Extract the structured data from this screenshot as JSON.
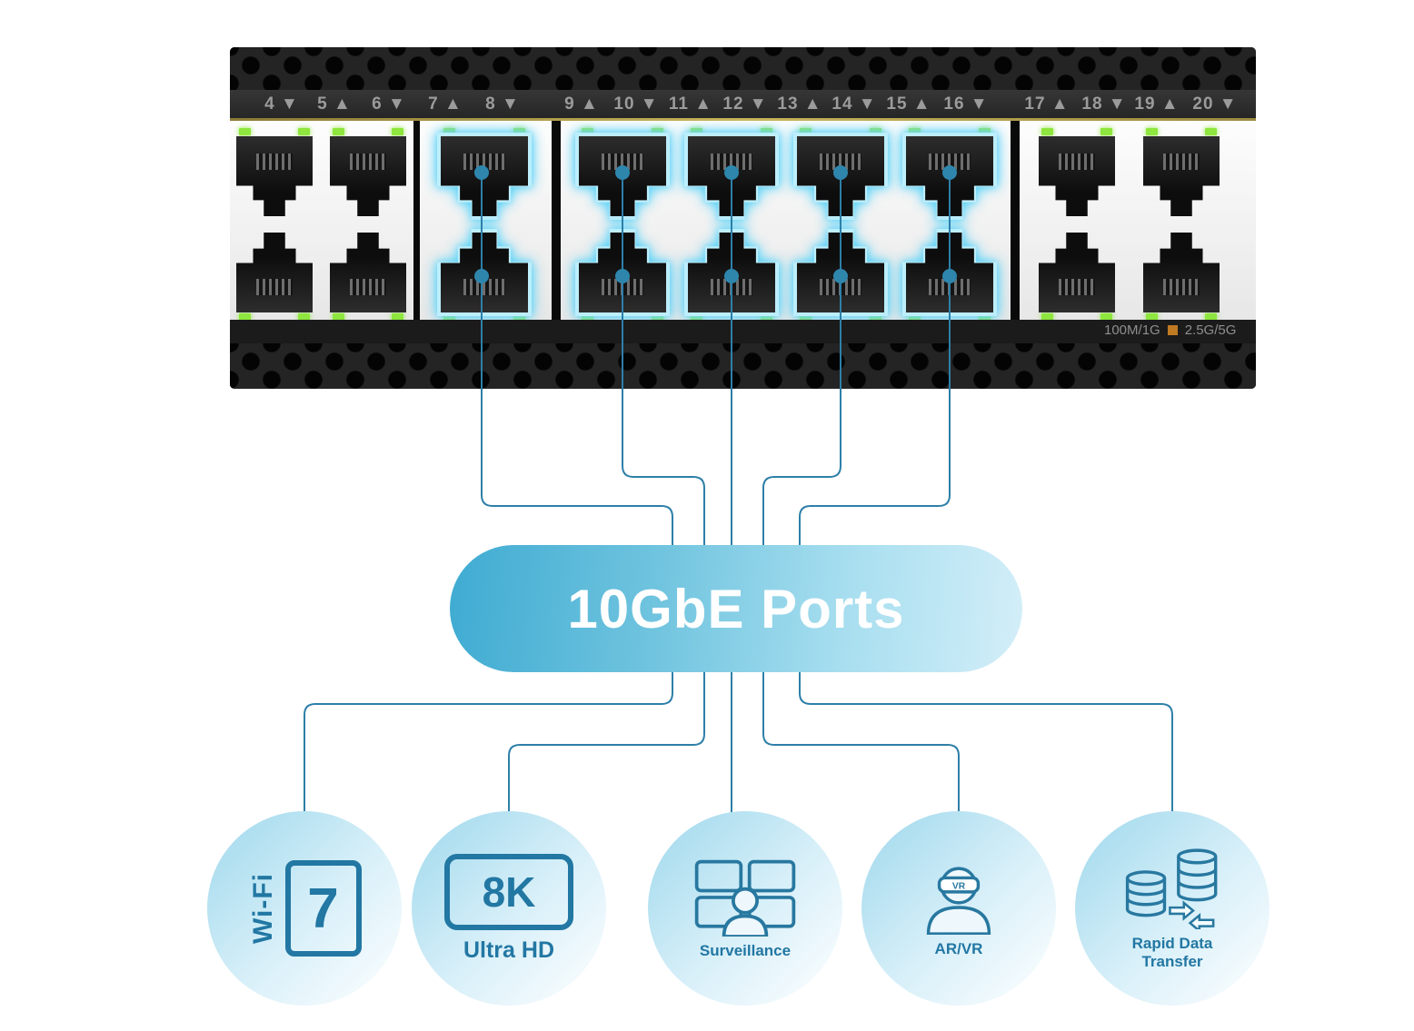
{
  "switch": {
    "port_labels": [
      "4 ▼",
      "5 ▲",
      "6 ▼",
      "7 ▲",
      "8 ▼",
      "9 ▲",
      "10 ▼",
      "11 ▲",
      "12 ▼",
      "13 ▲",
      "14 ▼",
      "15 ▲",
      "16 ▼",
      "17 ▲",
      "18 ▼",
      "19 ▲",
      "20 ▼"
    ],
    "legend": {
      "copper_speed": "100M/1G",
      "multi_gig_speed": "2.5G/5G"
    }
  },
  "pill": {
    "label": "10GbE Ports"
  },
  "use_cases": [
    {
      "name": "wifi-7",
      "vertical_text": "Wi-Fi",
      "number": "7"
    },
    {
      "name": "8k-ultra-hd",
      "badge": "8K",
      "caption": "Ultra HD"
    },
    {
      "name": "surveillance",
      "caption": "Surveillance"
    },
    {
      "name": "ar-vr",
      "caption": "AR/VR",
      "headset_label": "VR"
    },
    {
      "name": "rapid-data-transfer",
      "caption_line1": "Rapid Data",
      "caption_line2": "Transfer"
    }
  ],
  "colors": {
    "line": "#2e7fa8",
    "port_glow": "#66d4f5",
    "led_green": "#8ee63e",
    "accent_blue": "#2277a3",
    "legend_orange": "#c07a22"
  }
}
